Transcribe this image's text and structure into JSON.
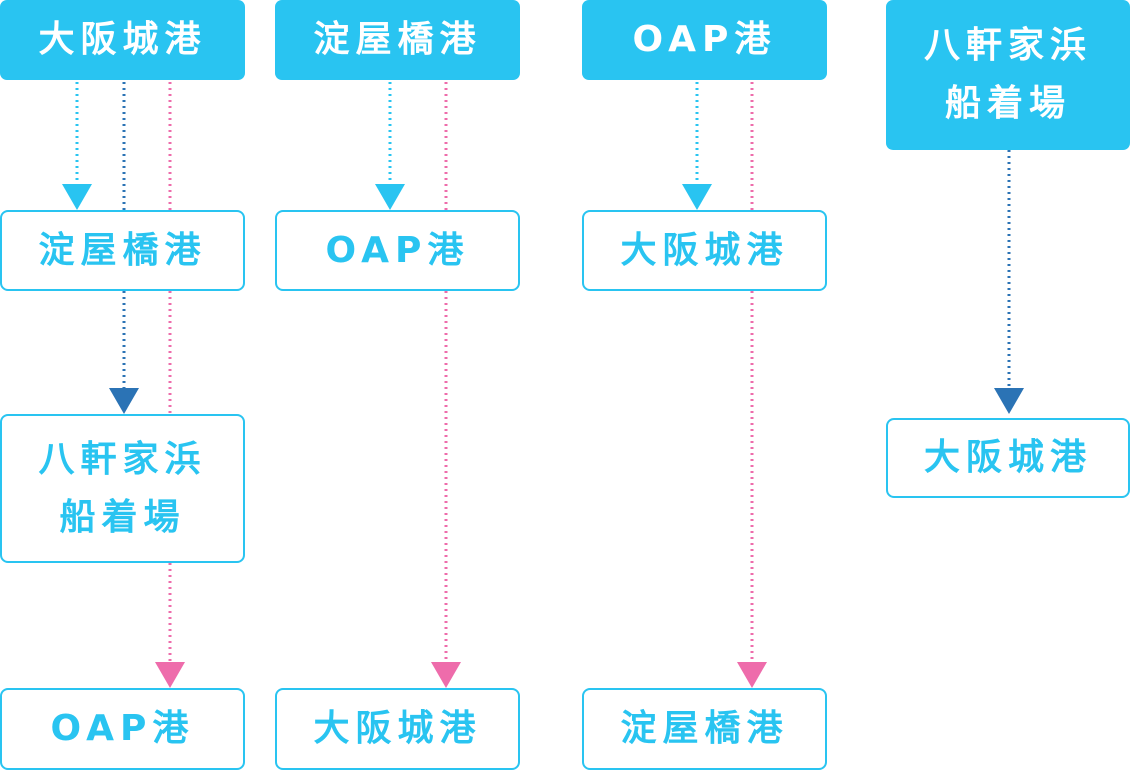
{
  "colors": {
    "accent": "#29c4f1",
    "dark_blue": "#2b73b5",
    "pink": "#ee6cab"
  },
  "columns": [
    {
      "origin": "大阪城港",
      "destinations": [
        "淀屋橋港",
        "八軒家浜\n船着場",
        "OAP港"
      ]
    },
    {
      "origin": "淀屋橋港",
      "destinations": [
        "OAP港",
        "大阪城港"
      ]
    },
    {
      "origin": "OAP港",
      "destinations": [
        "大阪城港",
        "淀屋橋港"
      ]
    },
    {
      "origin": "八軒家浜\n船着場",
      "destinations": [
        "大阪城港"
      ]
    }
  ]
}
